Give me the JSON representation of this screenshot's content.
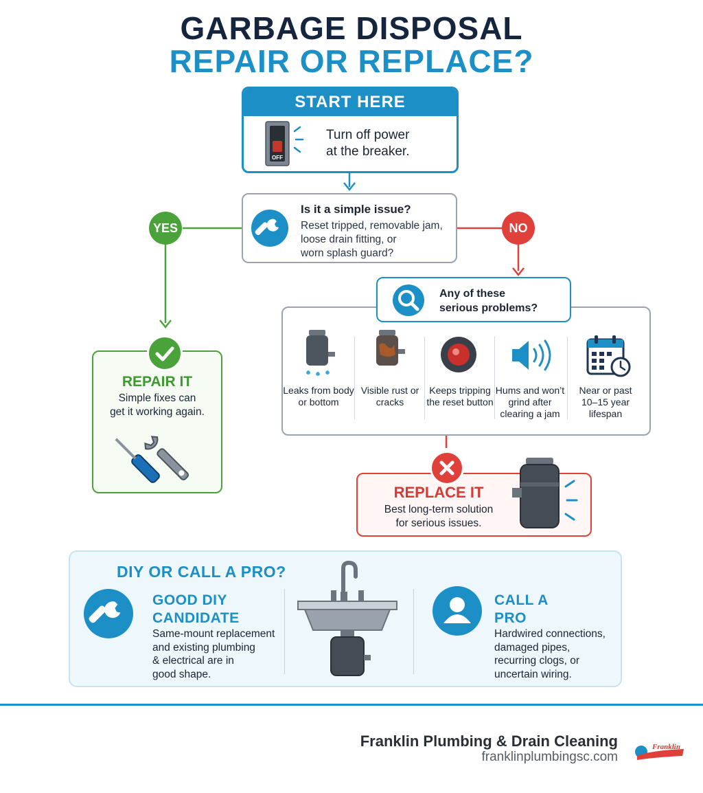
{
  "title": {
    "line1": "GARBAGE DISPOSAL",
    "line2": "REPAIR OR REPLACE?"
  },
  "start": {
    "header": "START HERE",
    "text": "Turn off power\nat the breaker.",
    "switch_label": "OFF"
  },
  "question": {
    "title": "Is it a simple issue?",
    "text": "Reset tripped, removable jam,\nloose drain fitting, or\nworn splash guard?"
  },
  "branches": {
    "yes": "YES",
    "no": "NO"
  },
  "serious": {
    "question": "Any of these\nserious problems?",
    "items": [
      {
        "label": "Leaks from\nbody or\nbottom",
        "icon": "leaking-disposal-icon"
      },
      {
        "label": "Visible rust\nor cracks",
        "icon": "rusted-disposal-icon"
      },
      {
        "label": "Keeps tripping\nthe reset\nbutton",
        "icon": "reset-button-icon"
      },
      {
        "label": "Hums and\nwon’t grind\nafter clearing\na jam",
        "icon": "humming-speaker-icon"
      },
      {
        "label": "Near or past\n10–15 year\nlifespan",
        "icon": "calendar-clock-icon"
      }
    ]
  },
  "repair": {
    "title": "REPAIR IT",
    "text": "Simple fixes can\nget it working again."
  },
  "replace": {
    "title": "REPLACE IT",
    "text": "Best long-term solution\nfor serious issues."
  },
  "diy": {
    "title": "DIY OR CALL A PRO?",
    "good": {
      "title": "GOOD DIY\nCANDIDATE",
      "text": "Same-mount replacement\nand existing plumbing\n& electrical are in\ngood shape."
    },
    "pro": {
      "title": "CALL A\nPRO",
      "text": "Hardwired connections,\ndamaged pipes,\nrecurring clogs, or\nuncertain wiring."
    }
  },
  "footer": {
    "company": "Franklin Plumbing & Drain Cleaning",
    "website": "franklinplumbingsc.com",
    "logo_text": "Franklin"
  },
  "colors": {
    "blue": "#1b8fc6",
    "navy": "#14253d",
    "green": "#4aa33a",
    "red": "#e0403a",
    "gray_border": "#9aa3ad"
  }
}
